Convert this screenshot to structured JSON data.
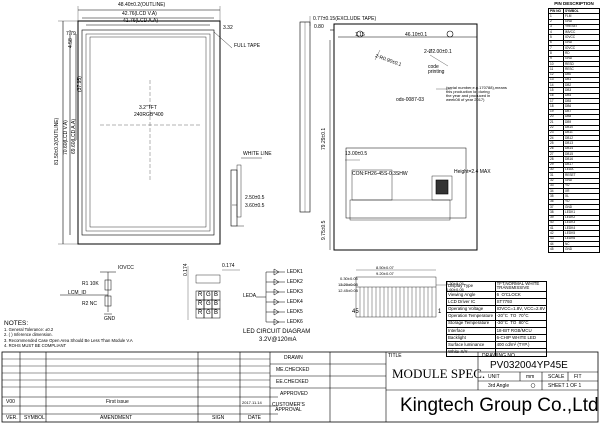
{
  "dims_top": {
    "outline_w": "48.40±0.2(OUTLINE)",
    "va_w": "42.76(LCD V.A)",
    "aa_w": "41.76(LCD A.A)",
    "left_off": "7.79",
    "right_off": "3.32",
    "full_tape": "FULL TAPE"
  },
  "dims_left": {
    "outline_h": "81.50±0.2(OUTLINE)",
    "va_h": "70.60(LCD V.A)",
    "aa_h": "69.60(LCD A.A)",
    "half": "(37.95)",
    "top_off": "4.58"
  },
  "center_label": "3.2\"TFT",
  "center_res": "240RGB*400",
  "side_view": {
    "white_line": "WHITE LINE",
    "d1": "2.50±0.5",
    "d2": "3.60±0.5"
  },
  "right_view": {
    "exclude_tape": "0.77±0.15(EXCLUDE TAPE)",
    "d080": "0.80",
    "d115": "1.15",
    "w46": "46.10±0.1",
    "holes": "2-Ø2.00±0.1",
    "r090": "2-R0.90±0.1",
    "code_printing": "code\nprinting",
    "code": "ods-0087-03",
    "serial_note": "(serial number,e.g.170788),means\nthis production lot during\nthe year and produced in\nweek08 of year 2017)",
    "h79": "79.29±0.1",
    "d13": "13.00±0.5",
    "conn": "CON:FH26-45S-0.3SHW",
    "height": "Height=2.4  MAX",
    "d97": "9.75±0.5"
  },
  "fpc": {
    "d1": "8.50±0.07",
    "d2": "9.20±0.07",
    "d3": "0.30±0.05",
    "d4": "13.20±0.05",
    "d5": "12.45±0.05",
    "d6": "0.30±0.05",
    "d7": "0.60±0.05",
    "n45": "45",
    "n1": "1"
  },
  "circuit": {
    "vcc": "IOVCC",
    "r1": "R1   10K",
    "r2": "R2   NC",
    "lcm_id": "LCM_ID",
    "gnd": "GND",
    "led_a": "LEDA",
    "ledk": [
      "LEDK1",
      "LEDK2",
      "LEDK3",
      "LEDK4",
      "LEDK5",
      "LEDK6"
    ],
    "d174": "0.174",
    "d1074": "0.174",
    "led_title": "LED CIRCUIT DIAGRAM",
    "led_spec": "3.2V@120mA"
  },
  "notes": {
    "title": "NOTES:",
    "lines": [
      "1. General Tolerance: ±0.2",
      "2. (    ) Inference dimension.",
      "3. Recommended Case Open Area Should Be Less Than Module V.A",
      "4. ROHS  MUST  BE  COMPLIANT"
    ]
  },
  "pin_table": {
    "title": "PIN DESCRIPTION",
    "head": [
      "PIN NO",
      "SYMBOL"
    ],
    "rows": [
      [
        "1",
        "FLM"
      ],
      [
        "2",
        "GND"
      ],
      [
        "3",
        "YRESET"
      ],
      [
        "4",
        "IMVCC"
      ],
      [
        "5",
        "IOVCC"
      ],
      [
        "6",
        "GND"
      ],
      [
        "7",
        "IOVCC"
      ],
      [
        "8",
        "RD"
      ],
      [
        "9",
        "GND"
      ],
      [
        "10",
        "RESD"
      ],
      [
        "11",
        "RESC"
      ],
      [
        "12",
        "DB0"
      ],
      [
        "13",
        "DB1"
      ],
      [
        "14",
        "DB2"
      ],
      [
        "15",
        "DB3"
      ],
      [
        "16",
        "DB4"
      ],
      [
        "17",
        "DB5"
      ],
      [
        "18",
        "DB6"
      ],
      [
        "19",
        "DB7"
      ],
      [
        "20",
        "DB8"
      ],
      [
        "21",
        "DB9"
      ],
      [
        "22",
        "DB10"
      ],
      [
        "23",
        "DB11"
      ],
      [
        "24",
        "DB12"
      ],
      [
        "25",
        "DB13"
      ],
      [
        "26",
        "DB14"
      ],
      [
        "27",
        "DB15"
      ],
      [
        "28",
        "DB16"
      ],
      [
        "29",
        "DB17"
      ],
      [
        "30",
        "LEDA"
      ],
      [
        "31",
        "RESET"
      ],
      [
        "32",
        "GND"
      ],
      [
        "33",
        "YU"
      ],
      [
        "34",
        "XR"
      ],
      [
        "35",
        "XL"
      ],
      [
        "36",
        "YD"
      ],
      [
        "37",
        "GND"
      ],
      [
        "38",
        "LEDK1"
      ],
      [
        "39",
        "LEDK2"
      ],
      [
        "40",
        "LEDK3"
      ],
      [
        "41",
        "LEDK4"
      ],
      [
        "42",
        "LEDK5"
      ],
      [
        "43",
        "LEDK6"
      ],
      [
        "44",
        "NC"
      ],
      [
        "45",
        "GND"
      ]
    ]
  },
  "spec_table": [
    [
      "Display Type",
      "TFT,NORMAL WHITE\nTRANSMISSIVE"
    ],
    [
      "Viewing Angle",
      "6  O'CLOCK"
    ],
    [
      "LCD Driver IC",
      "ST7793"
    ],
    [
      "Operating Voltage",
      "IOVCC=1.8V, VCC=2.8V"
    ],
    [
      "Operation Temperature",
      "-20°C  TO  70°C"
    ],
    [
      "Storage Temperature",
      "-30°C  TO  80°C"
    ],
    [
      "Interface",
      "18-BIT RGB/MCU"
    ],
    [
      "Backlight",
      "6-CHIP WHITE LED"
    ],
    [
      "Surface luminance",
      "400 cd/m² (TYP.)"
    ],
    [
      "White X/Y",
      "----"
    ]
  ],
  "title_block": {
    "drawn": "DRAWN",
    "me_checked": "ME.CHECKED",
    "ee_checked": "EE.CHECKED",
    "approved": "APPROVED",
    "customers_approval": "CUSTOMER'S\nAPPROVAL",
    "title_label": "TITLE",
    "title": "MODULE  SPEC.",
    "drawing_no_label": "DRAWING  NO.",
    "drawing_no": "PV032004YP45E",
    "unit_label": "UNIT",
    "unit": "mm",
    "scale_label": "SCALE",
    "scale": "FIT",
    "angle": "3rd Angle",
    "sheet": "SHEET  1  OF  1",
    "company": "Kingtech Group Co.,Ltd",
    "v00": "V00",
    "first_issue": "First  issue",
    "date_val": "2017.11.14",
    "ver": "VER.",
    "symbol": "SYMBOL",
    "amendment": "AMENDMENT",
    "sign": "SIGN",
    "date": "DATE"
  }
}
